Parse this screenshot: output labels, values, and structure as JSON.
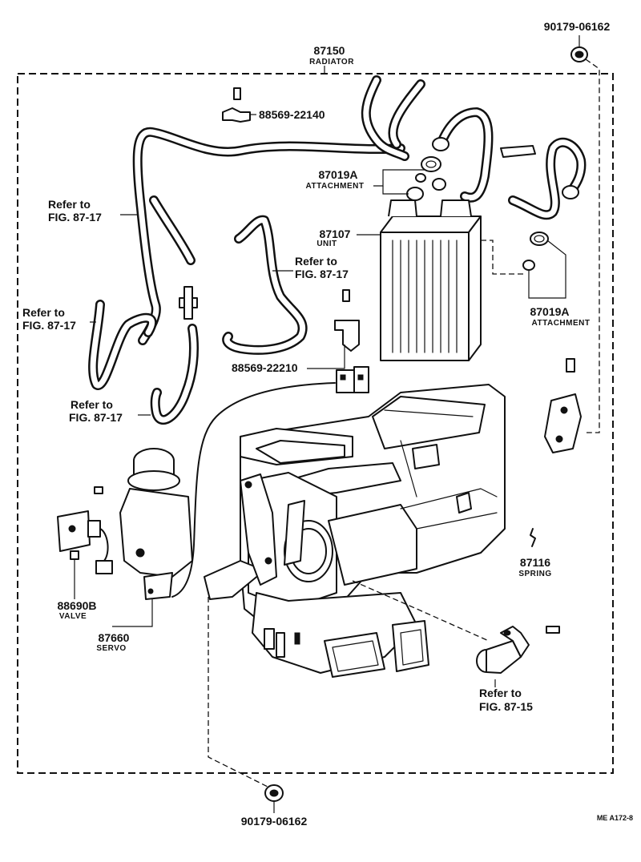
{
  "parts": {
    "radiator": {
      "number": "87150",
      "name": "RADIATOR"
    },
    "bolt_top": {
      "number": "90179-06162"
    },
    "bolt_bottom": {
      "number": "90179-06162"
    },
    "clamp_top": {
      "number": "88569-22140"
    },
    "clamp_mid": {
      "number": "88569-22210"
    },
    "attachment_left": {
      "number": "87019A",
      "name": "ATTACHMENT"
    },
    "attachment_right": {
      "number": "87019A",
      "name": "ATTACHMENT"
    },
    "unit": {
      "number": "87107",
      "name": "UNIT"
    },
    "spring": {
      "number": "87116",
      "name": "SPRING"
    },
    "valve": {
      "number": "88690B",
      "name": "VALVE"
    },
    "servo": {
      "number": "87660",
      "name": "SERVO"
    }
  },
  "references": {
    "ref_1": {
      "line1": "Refer to",
      "line2": "FIG. 87-17"
    },
    "ref_2": {
      "line1": "Refer to",
      "line2": "FIG. 87-17"
    },
    "ref_3": {
      "line1": "Refer to",
      "line2": "FIG. 87-17"
    },
    "ref_4": {
      "line1": "Refer to",
      "line2": "FIG. 87-17"
    },
    "ref_5": {
      "line1": "Refer to",
      "line2": "FIG. 87-15"
    }
  },
  "figure_code": "ME  A172-8"
}
